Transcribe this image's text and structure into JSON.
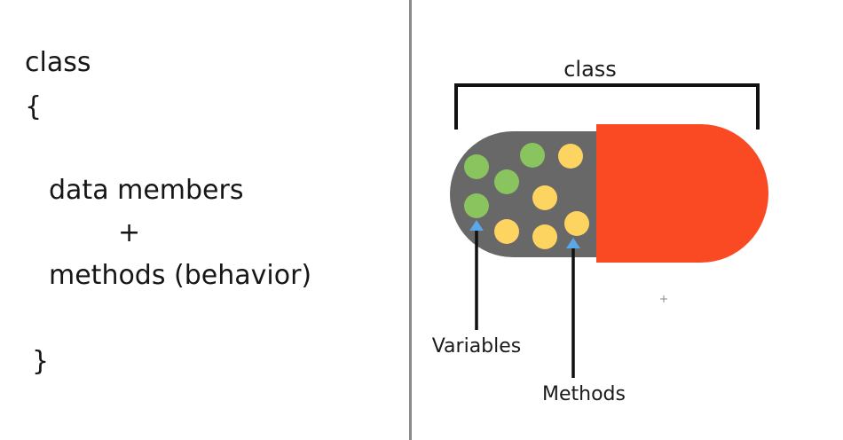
{
  "code_block": {
    "keyword": "class",
    "open_brace": "{",
    "data_members": "data members",
    "plus": "+",
    "methods": "methods (behavior)",
    "close_brace": "}"
  },
  "capsule_diagram": {
    "bracket_label": "class",
    "variables_label": "Variables",
    "methods_label": "Methods",
    "colors": {
      "capsule_left": "#686868",
      "capsule_right": "#f94a24",
      "variable_dot": "#8ac45e",
      "method_dot": "#fdd460",
      "pointer_arrow": "#5aa8e8",
      "divider": "#8a8a8a"
    }
  }
}
